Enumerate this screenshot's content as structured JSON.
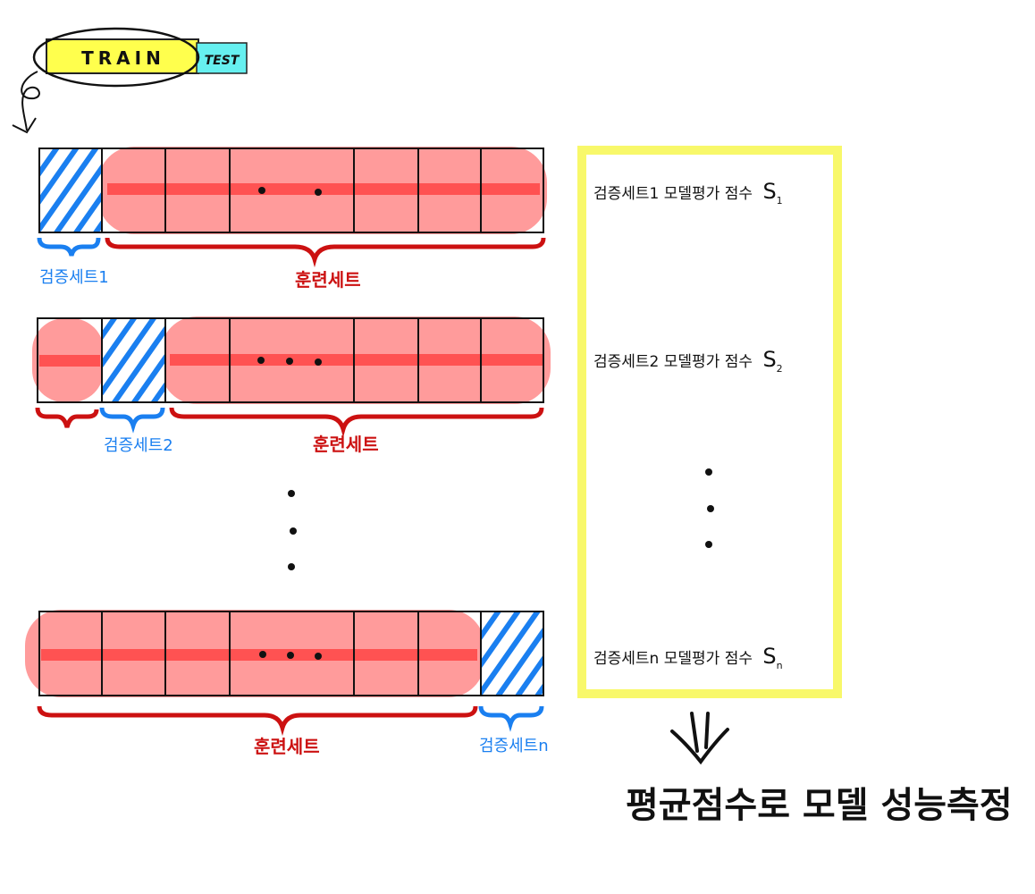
{
  "legend": {
    "train": "TRAIN",
    "test": "TEST"
  },
  "rows": [
    {
      "validation_label": "검증세트1",
      "training_label": "훈련세트",
      "validation_fold": 1
    },
    {
      "validation_label": "검증세트2",
      "training_label": "훈련세트",
      "validation_fold": 2
    },
    {
      "validation_label": "검증세트n",
      "training_label": "훈련세트",
      "validation_fold": "n"
    }
  ],
  "scores": [
    {
      "label": "검증세트1 모델평가 점수",
      "symbol": "S",
      "subscript": "1"
    },
    {
      "label": "검증세트2 모델평가 점수",
      "symbol": "S",
      "subscript": "2"
    },
    {
      "label": "검증세트n 모델평가 점수",
      "symbol": "S",
      "subscript": "n"
    }
  ],
  "conclusion": "평균점수로 모델 성능측정",
  "colors": {
    "training_fill": "#ff8a8a",
    "training_stripe": "#ff5252",
    "validation_hatch": "#1a7ff0",
    "brace_red": "#cc1111",
    "brace_blue": "#1a7ff0",
    "summary_border": "#f8f86a",
    "train_tag": "#ffff4d",
    "test_tag": "#66f0f0",
    "ink": "#111111"
  }
}
